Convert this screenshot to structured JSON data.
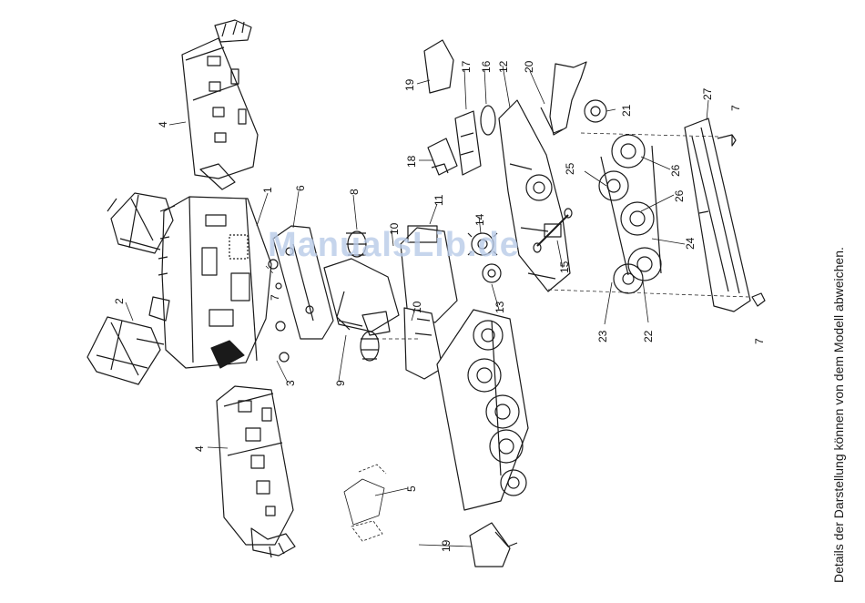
{
  "side_note": "Details der Darstellung können von dem Modell abweichen.",
  "watermark": "ManualsLib.de",
  "callouts": {
    "c1": "1",
    "c2": "2",
    "c3": "3",
    "c4a": "4",
    "c4b": "4",
    "c5": "5",
    "c6": "6",
    "c7a": "7",
    "c7b": "7",
    "c7c": "7",
    "c8": "8",
    "c9": "9",
    "c10a": "10",
    "c10b": "10",
    "c11": "11",
    "c12": "12",
    "c13": "13",
    "c14": "14",
    "c15": "15",
    "c16": "16",
    "c17": "17",
    "c18": "18",
    "c19a": "19",
    "c19b": "19",
    "c20": "20",
    "c21": "21",
    "c22": "22",
    "c23": "23",
    "c24": "24",
    "c25": "25",
    "c26a": "26",
    "c26b": "26",
    "c27": "27"
  },
  "colors": {
    "ink": "#1a1a1a",
    "watermark": "#b9cbe8"
  }
}
